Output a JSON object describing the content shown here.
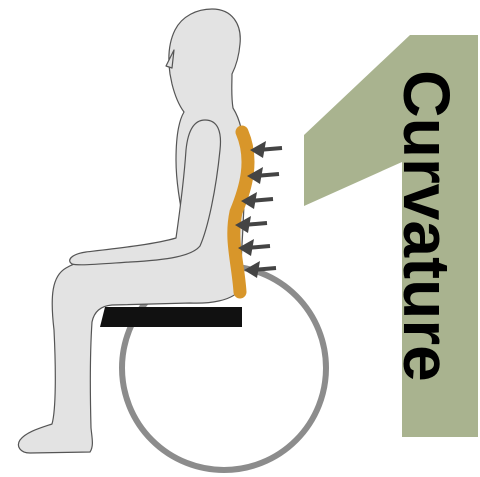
{
  "label": {
    "number": "1",
    "word": "Curvature"
  },
  "arrows": {
    "count": 6
  },
  "colors": {
    "banner": "#a9b38f",
    "figure_fill": "#e3e3e3",
    "figure_stroke": "#555555",
    "back_support": "#d8962a",
    "arrow": "#444444",
    "seat_cushion": "#111111",
    "wheel": "#8c8c8c",
    "text": "#000000"
  }
}
